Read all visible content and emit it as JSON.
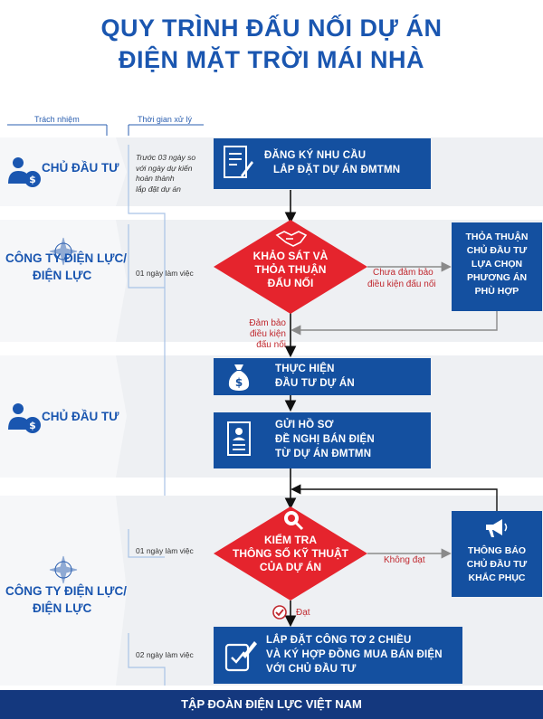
{
  "title": {
    "line1": "QUY TRÌNH ĐẤU NỐI DỰ ÁN",
    "line2": "ĐIỆN MẶT TRỜI MÁI NHÀ"
  },
  "columns": {
    "responsibility": "Trách nhiệm",
    "time": "Thời gian xử lý"
  },
  "actors": {
    "investor_1": "CHỦ ĐẦU TƯ",
    "power_company_1": {
      "line1": "CÔNG TY ĐIỆN LỰC/",
      "line2": "ĐIỆN LỰC"
    },
    "investor_2": "CHỦ ĐẦU TƯ",
    "power_company_2": {
      "line1": "CÔNG TY ĐIỆN LỰC/",
      "line2": "ĐIỆN LỰC"
    }
  },
  "time_notes": {
    "register": {
      "l1": "Trước 03 ngày so",
      "l2": "với ngày dự kiến",
      "l3": "hoàn thành",
      "l4": "lắp đặt dự án"
    },
    "survey": "01 ngày làm việc",
    "inspect": "01 ngày làm việc",
    "install": "02 ngày làm việc"
  },
  "steps": {
    "register": {
      "l1": "ĐĂNG KÝ NHU CẦU",
      "l2": "LẮP ĐẶT DỰ ÁN ĐMTMN",
      "icon": "form-icon"
    },
    "survey": {
      "l1": "KHẢO SÁT VÀ",
      "l2": "THỎA THUẬN",
      "l3": "ĐẤU NỐI",
      "icon": "handshake-icon"
    },
    "agreement": {
      "l1": "THỎA THUẬN",
      "l2": "CHỦ ĐẦU TƯ",
      "l3": "LỰA CHỌN",
      "l4": "PHƯƠNG ÁN",
      "l5": "PHÙ HỢP"
    },
    "invest": {
      "l1": "THỰC HIỆN",
      "l2": "ĐẦU TƯ DỰ ÁN",
      "icon": "money-bag-icon"
    },
    "submit": {
      "l1": "GỬI HỒ SƠ",
      "l2": "ĐỀ NGHỊ BÁN ĐIỆN",
      "l3": "TỪ DỰ ÁN ĐMTMN",
      "icon": "document-icon"
    },
    "inspect": {
      "l1": "KIỂM TRA",
      "l2": "THÔNG SỐ KỸ THUẬT",
      "l3": "CỦA DỰ ÁN",
      "icon": "magnifier-icon"
    },
    "notify": {
      "l1": "THÔNG BÁO",
      "l2": "CHỦ ĐẦU TƯ",
      "l3": "KHẮC PHỤC",
      "icon": "megaphone-icon"
    },
    "install": {
      "l1": "LẮP ĐẶT CÔNG TƠ 2 CHIỀU",
      "l2": "VÀ KÝ HỢP ĐỒNG MUA BÁN ĐIỆN",
      "l3": "VỚI CHỦ ĐẦU TƯ",
      "icon": "sign-icon"
    }
  },
  "branch_labels": {
    "not_ensured": {
      "l1": "Chưa đảm bảo",
      "l2": "điều kiện đấu nối"
    },
    "ensured": {
      "l1": "Đảm bảo",
      "l2": "điều kiện",
      "l3": "đấu nối"
    },
    "fail": "Không đạt",
    "pass": "Đạt"
  },
  "footer": "TẬP ĐOÀN ĐIỆN LỰC VIỆT NAM",
  "colors": {
    "primary": "#1450a0",
    "decision": "#e5242d",
    "title": "#1a56b0",
    "footer": "#14387e",
    "band": "#eef0f3"
  }
}
